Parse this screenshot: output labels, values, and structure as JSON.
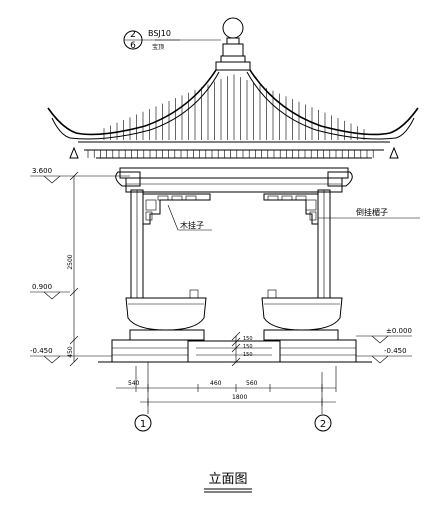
{
  "title": "立面图",
  "detail_callout": {
    "number": "2",
    "sheet": "6",
    "ref": "BSJ10",
    "name": "宝顶"
  },
  "annotations": {
    "left_bracket": "木挂子",
    "right_bracket": "倒挂楣子"
  },
  "elevations": {
    "top": "3.600",
    "mid": "0.900",
    "base_left": "-0.450",
    "base_right": "-0.450",
    "zero": "±0.000"
  },
  "vertical_dims": {
    "column_height": "2500",
    "plinth": "450",
    "step_a": "150",
    "step_b": "150",
    "step_c": "150"
  },
  "horizontal_dims": {
    "left_base": "540",
    "step_left": "460",
    "step_right": "560",
    "total": "1800"
  },
  "axes": [
    "1",
    "2"
  ]
}
